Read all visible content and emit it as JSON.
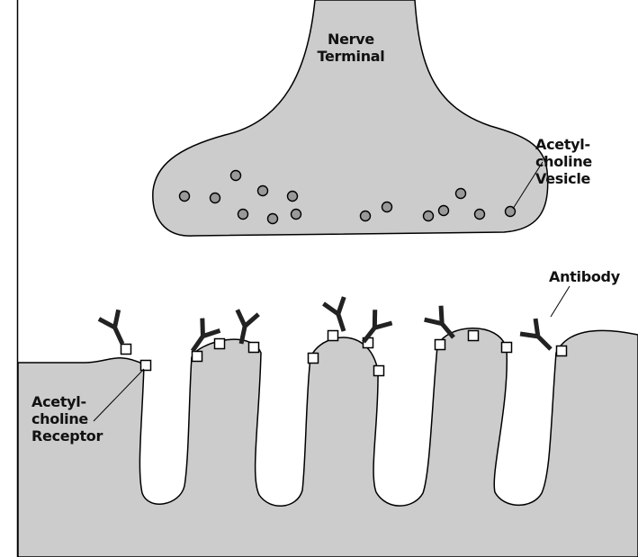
{
  "labels": {
    "nerve_terminal": [
      "Nerve",
      "Terminal"
    ],
    "ach_vesicle": [
      "Acetyl-",
      "choline",
      "Vesicle"
    ],
    "antibody": "Antibody",
    "ach_receptor": [
      "Acetyl-",
      "choline",
      "Receptor"
    ]
  },
  "colors": {
    "tissue_fill": "#cccccc",
    "outline": "#000000",
    "vesicle_fill": "#999999",
    "receptor_fill": "#ffffff",
    "antibody": "#222222"
  }
}
